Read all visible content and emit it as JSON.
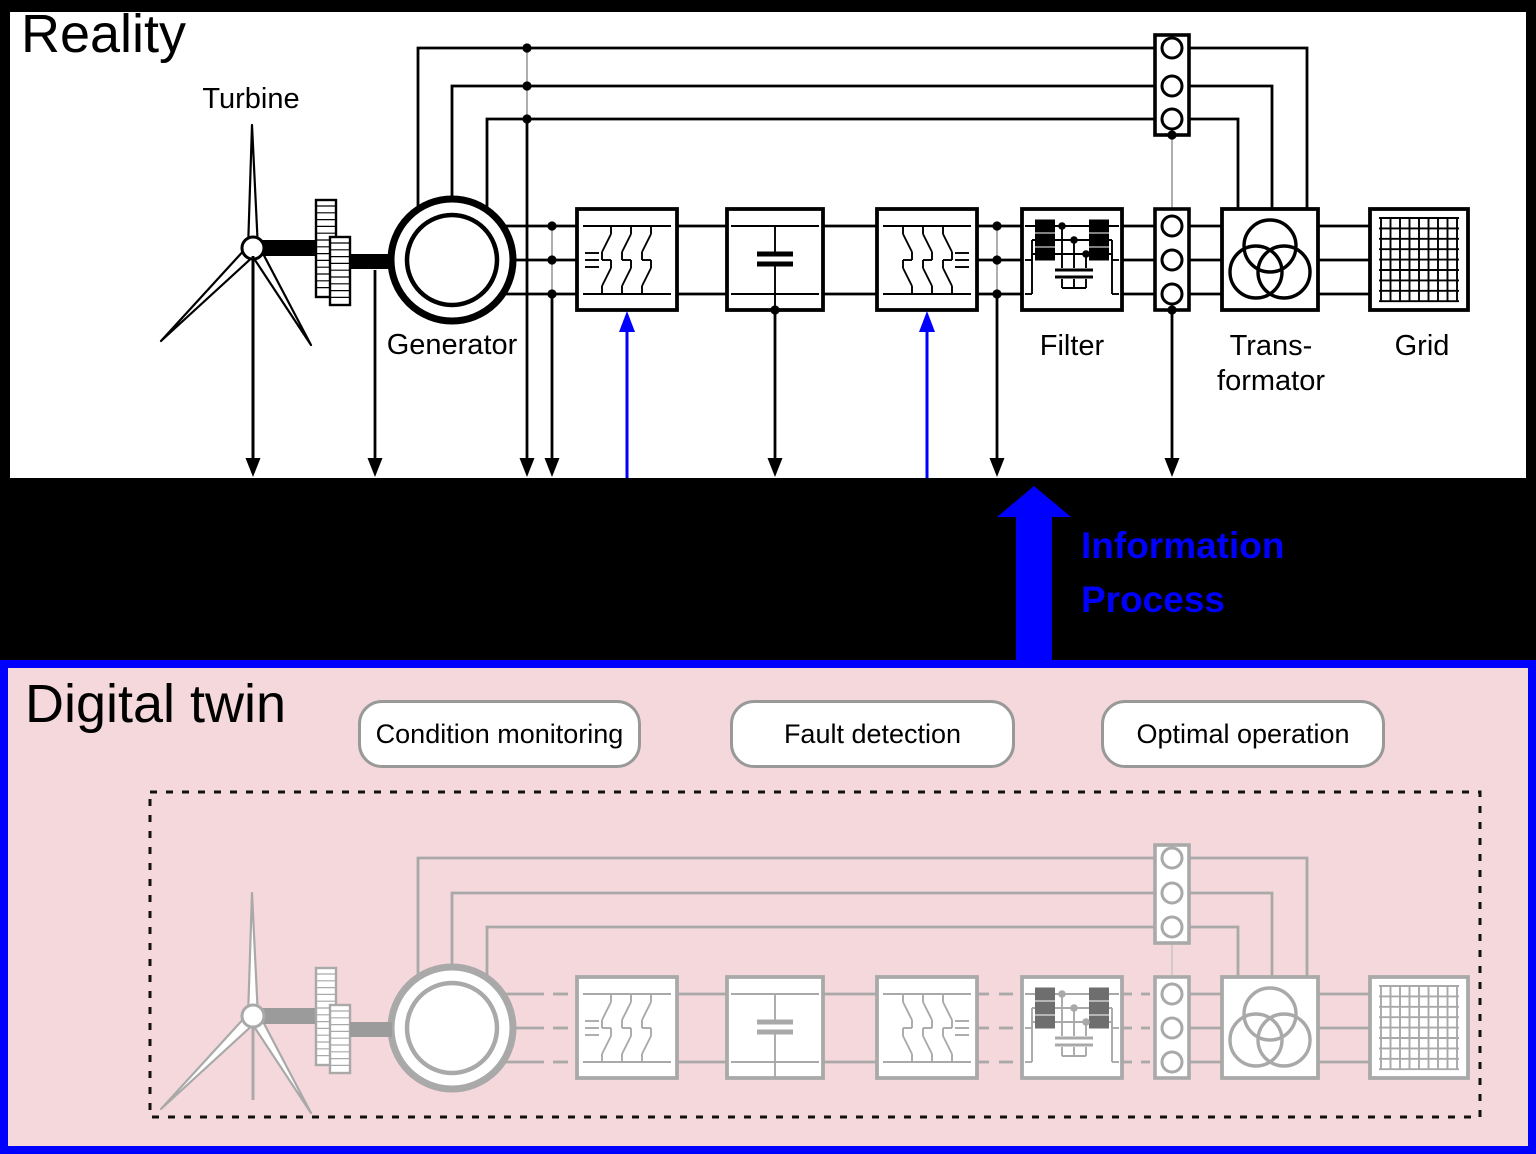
{
  "reality": {
    "title": "Reality",
    "labels": {
      "turbine": "Turbine",
      "generator": "Generator",
      "filter": "Filter",
      "transformator": "Trans-\nformator",
      "grid": "Grid"
    }
  },
  "information_process": {
    "label": "Information\nProcess"
  },
  "digital_twin": {
    "title": "Digital twin",
    "buttons": [
      {
        "label": "Condition monitoring"
      },
      {
        "label": "Fault detection"
      },
      {
        "label": "Optimal operation"
      }
    ]
  },
  "colors": {
    "background": "#000000",
    "panel_white": "#ffffff",
    "line_black": "#000000",
    "accent_blue": "#0000ff",
    "twin_panel_fill": "#f5d8db",
    "twin_line_gray": "#a9a9a9",
    "twin_inductor_gray": "#6e6e6e",
    "twin_shaft_gray": "#9b9b9b",
    "sensor_wire_gray": "#999999",
    "boundary_dash": "#111111",
    "button_border_gray": "#999999"
  }
}
